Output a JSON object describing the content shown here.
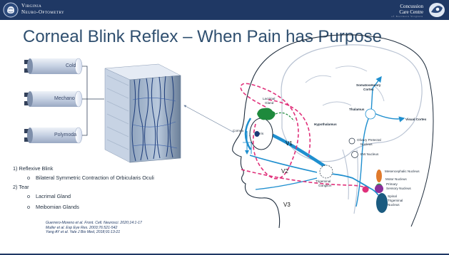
{
  "header": {
    "brand_line1": "Virginia",
    "brand_line2": "Neuro-Optometry",
    "right_line1": "Concussion",
    "right_line2": "Care Centre",
    "right_tag": "of Northern Virginia"
  },
  "title": "Corneal Blink Reflex – When Pain has Purpose",
  "receptors": [
    "Cold",
    "Mechano",
    "Polymoda"
  ],
  "list": {
    "item1": "1)  Reflexive Blink",
    "item1_sub": "Bilateral Symmetric Contraction of Orbicularis Oculi",
    "item2": "2)  Tear",
    "item2_sub1": "Lacrimal Gland",
    "item2_sub2": "Meibomian Glands",
    "bullet": "o"
  },
  "references": {
    "ref1": "Guerrero-Moreno et al. Front. Cell. Neurosci. 2020;14:1-17",
    "ref2": "Muller et al. Exp Eye Res. 2003;76:521-542",
    "ref3": "Yang AY et al. Yale J Bio Med, 2018;91:13-21"
  },
  "labels": {
    "somatosensory": "Somatosensory",
    "cortex": "Cortex",
    "lacrimal": "Lacrimal",
    "gland": "Gland",
    "thalamus": "Thalamus",
    "visual_cortex": "Visual Cortex",
    "hypothalamus": "Hypothalamus",
    "cornea": "Cornea",
    "iris": "Iris",
    "v1": "V1",
    "v2": "V2",
    "v3": "V3",
    "trigeminal": "Trigeminal",
    "ganglion": "Ganglion",
    "pretectal1": "Olivary Pretectal",
    "pretectal2": "Nucleus",
    "ew": "EW Nucleus",
    "mesen": "Mesencephalic Nucleus",
    "motor": "Motor Nucleus",
    "primary1": "Primary",
    "primary2": "Sensory Nucleus",
    "spinal1": "Spinal",
    "spinal2": "Trigeminal",
    "spinal3": "Nucleus"
  },
  "colors": {
    "header": "#1f3864",
    "title": "#2f4f6f",
    "nerve_blue": "#1f8fcf",
    "pink_dash": "#e0307a",
    "lacrimal_green": "#1e8a3c",
    "mesencephalic": "#e07a2c",
    "motor": "#2e9e4a",
    "primary": "#8a2f9a",
    "spinal": "#1b5b80",
    "pink_ganglion": "#e0307a"
  }
}
